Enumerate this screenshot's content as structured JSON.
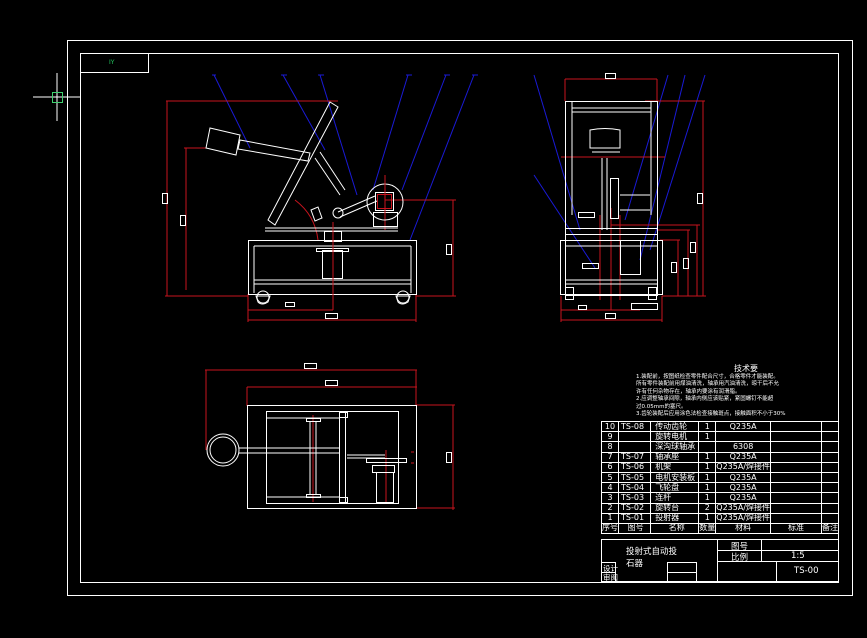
{
  "drawing": {
    "title": "投射式自动投石器",
    "title_line1": "投射式自动投",
    "title_line2": "石器",
    "label_tag": "IY",
    "colors": {
      "background": "#000000",
      "outline": "#ffffff",
      "dimension": "#c8141e",
      "leader": "#1a1ad6",
      "tag": "#22c55e"
    }
  },
  "technical_requirements": {
    "heading": "技术要",
    "lines": [
      "1.装配前，按图纸检查零件配合尺寸，合格零件才能装配。",
      "所有零件装配前用煤油清洗，轴承用汽油清洗，晾干后不允",
      "许有任何杂物存在，轴承内要涂有润滑脂。",
      "2.应调整轴承间隙，轴承内侧应该贴紧，紧固螺钉不能超",
      "过0.05mm的塞尺。",
      "3.齿轮装配后应用涂色法检查接触斑点，接触面积不小于30%"
    ]
  },
  "bom": {
    "header": {
      "seq": "序号",
      "code": "图号",
      "name": "名称",
      "qty": "数量",
      "material": "材料",
      "standard": "标准",
      "remark": "备注"
    },
    "rows": [
      {
        "seq": "10",
        "code": "TS-08",
        "name": "传动齿轮",
        "qty": "1",
        "material": "Q235A",
        "standard": "",
        "remark": ""
      },
      {
        "seq": "9",
        "code": "",
        "name": "旋转电机",
        "qty": "1",
        "material": "",
        "standard": "",
        "remark": ""
      },
      {
        "seq": "8",
        "code": "",
        "name": "深沟球轴承",
        "qty": "",
        "material": "6308",
        "standard": "",
        "remark": ""
      },
      {
        "seq": "7",
        "code": "TS-07",
        "name": "轴承座",
        "qty": "1",
        "material": "Q235A",
        "standard": "",
        "remark": ""
      },
      {
        "seq": "6",
        "code": "TS-06",
        "name": "机架",
        "qty": "1",
        "material": "Q235A/焊接件",
        "standard": "",
        "remark": ""
      },
      {
        "seq": "5",
        "code": "TS-05",
        "name": "电机安装板",
        "qty": "1",
        "material": "Q235A",
        "standard": "",
        "remark": ""
      },
      {
        "seq": "4",
        "code": "TS-04",
        "name": "飞轮盘",
        "qty": "1",
        "material": "Q235A",
        "standard": "",
        "remark": ""
      },
      {
        "seq": "3",
        "code": "TS-03",
        "name": "连杆",
        "qty": "1",
        "material": "Q235A",
        "standard": "",
        "remark": ""
      },
      {
        "seq": "2",
        "code": "TS-02",
        "name": "旋转台",
        "qty": "2",
        "material": "Q235A/焊接件",
        "standard": "",
        "remark": ""
      },
      {
        "seq": "1",
        "code": "TS-01",
        "name": "投射器",
        "qty": "1",
        "material": "Q235A/焊接件",
        "standard": "",
        "remark": ""
      }
    ]
  },
  "title_block": {
    "drawing_no_label": "图号",
    "scale_label": "比例",
    "scale_value": "1:5",
    "drawing_code": "TS-00",
    "designer_label": "设计",
    "reviewer_label": "审阅"
  }
}
